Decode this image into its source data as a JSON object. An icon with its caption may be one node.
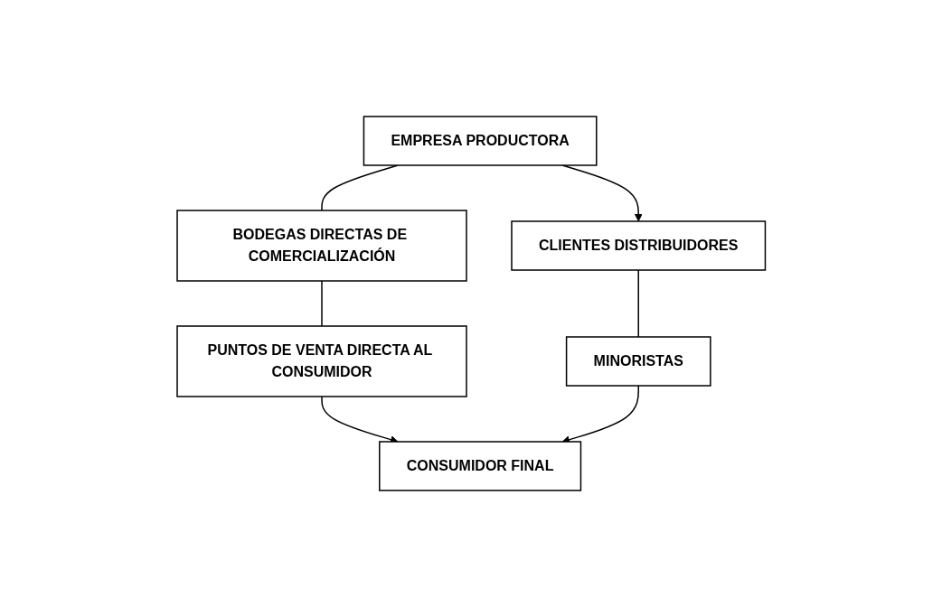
{
  "diagram": {
    "nodes": [
      {
        "text": [
          "EMPRESA PRODUCTORA"
        ]
      },
      {
        "text": [
          "BODEGAS DIRECTAS DE COMERCIALIZACIÓN"
        ]
      },
      {
        "text": [
          "CLIENTES DISTRIBUIDORES"
        ]
      },
      {
        "text": [
          "PUNTOS DE VENTA DIRECTA AL CONSUMIDOR"
        ]
      },
      {
        "text": [
          "MINORISTAS"
        ]
      },
      {
        "text": [
          "CONSUMIDOR FINAL"
        ]
      }
    ],
    "edges": [
      {
        "from": 0,
        "to": 1,
        "arrow": "none"
      },
      {
        "from": 0,
        "to": 2,
        "arrow": "to"
      },
      {
        "from": 1,
        "to": 3,
        "arrow": "none"
      },
      {
        "from": 2,
        "to": 4,
        "arrow": "none"
      },
      {
        "from": 3,
        "to": 5,
        "arrow": "to"
      },
      {
        "from": 4,
        "to": 5,
        "arrow": "to"
      }
    ]
  }
}
